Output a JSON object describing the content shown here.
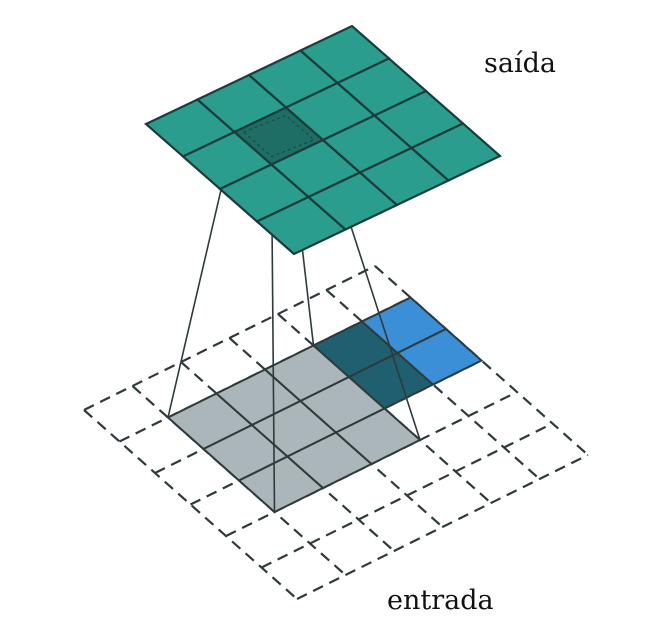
{
  "labels": {
    "output": "saída",
    "input": "entrada"
  },
  "colors": {
    "output_cell": "#2a9d8f",
    "output_active_cell": "#1e6e66",
    "output_stroke": "#1a3d3a",
    "input_gray": "#aab6ba",
    "input_dark_teal": "#1f5f6f",
    "input_blue": "#3a8fd6",
    "grid_line": "#2f3a3c",
    "dashed_line": "#2f3a3c",
    "projection_line": "#2f3a3c"
  },
  "grids": {
    "output": {
      "rows": 4,
      "cols": 4,
      "active_cell": [
        1,
        1
      ]
    },
    "input": {
      "rows": 6,
      "cols": 6,
      "padding_dashed": true
    }
  }
}
